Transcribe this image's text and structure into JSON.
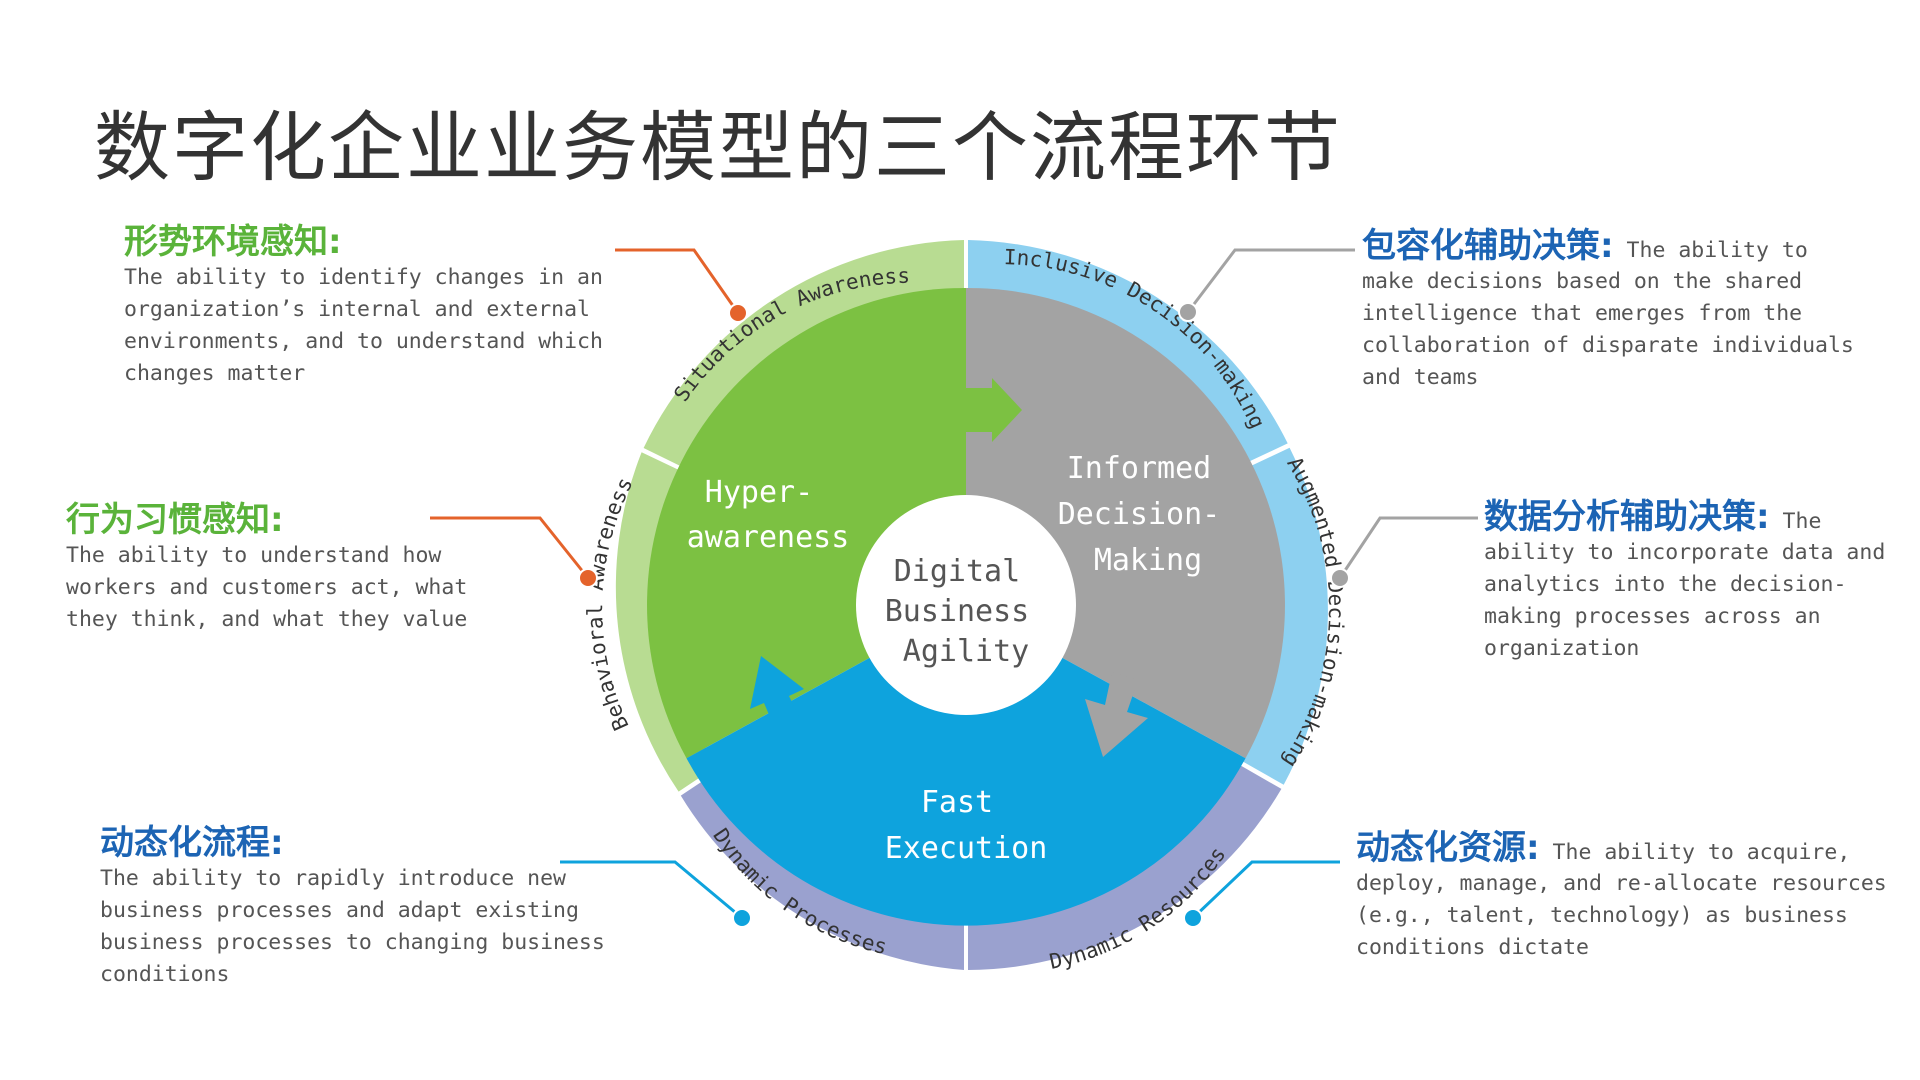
{
  "title": "数字化企业业务模型的三个流程环节",
  "center": [
    "Digital",
    "Business",
    "Agility"
  ],
  "sectors": {
    "hyper": [
      "Hyper-",
      "awareness"
    ],
    "informed": [
      "Informed",
      "Decision-",
      "Making"
    ],
    "fast": [
      "Fast",
      "Execution"
    ]
  },
  "ring": {
    "situational": "Situational Awareness",
    "behavioral": "Behavioral Awareness",
    "inclusive": "Inclusive Decision-making",
    "augmented": "Augmented Decision-making",
    "dynamic_processes": "Dynamic Processes",
    "dynamic_resources": "Dynamic Resources"
  },
  "callouts": {
    "situational": {
      "heading": "形势环境感知:",
      "text": "The ability to identify changes in an\norganization’s internal and external\nenvironments, and to understand which\nchanges matter"
    },
    "behavioral": {
      "heading": "行为习惯感知:",
      "text": "The ability to understand how\nworkers and customers act, what\nthey think, and what they value"
    },
    "dynamic_processes": {
      "heading": "动态化流程:",
      "text": "The ability to rapidly introduce new\nbusiness processes and adapt existing\nbusiness processes to changing business\nconditions"
    },
    "inclusive": {
      "heading": "包容化辅助决策:",
      "first_line": " The ability to",
      "text": "make decisions based on the shared\nintelligence that emerges from the\ncollaboration of disparate individuals\nand teams"
    },
    "augmented": {
      "heading": "数据分析辅助决策:",
      "first_line": " The",
      "text": "ability to incorporate data and\nanalytics into the decision-\nmaking processes across an\norganization"
    },
    "dynamic_resources": {
      "heading": "动态化资源:",
      "first_line": " The ability to acquire,",
      "text": "deploy, manage, and re-allocate resources\n(e.g., talent, technology) as business\nconditions dictate"
    }
  },
  "colors": {
    "green": "#7cc142",
    "gray": "#a3a3a3",
    "blue": "#0ea3dd",
    "ring_green": "#b8dc92",
    "ring_blue": "#8dd0f0",
    "ring_purple": "#9aa1cf",
    "accent_orange": "#e4632b",
    "heading_green": "#5ab33a",
    "heading_blue": "#1c64b4"
  }
}
